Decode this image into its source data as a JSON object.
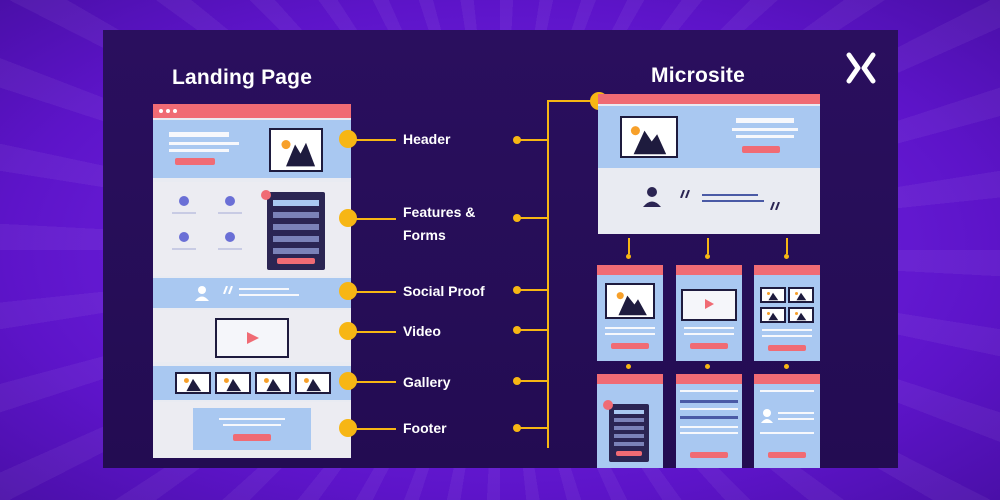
{
  "diagram": {
    "left_title": "Landing Page",
    "right_title": "Microsite",
    "sections": [
      {
        "label": "Header"
      },
      {
        "label": "Features &\nForms"
      },
      {
        "label": "Social Proof"
      },
      {
        "label": "Video"
      },
      {
        "label": "Gallery"
      },
      {
        "label": "Footer"
      }
    ]
  },
  "brand": {
    "logo_icon": "x-brand-logo-icon"
  },
  "colors": {
    "background": "#6a1fd6",
    "panel": "#2a0f5e",
    "accent_yellow": "#f7b614",
    "wireframe_red": "#f06b74",
    "wireframe_blue": "#a9c8f1",
    "wireframe_grey": "#ececf2",
    "wireframe_navy": "#1e1b3e"
  }
}
